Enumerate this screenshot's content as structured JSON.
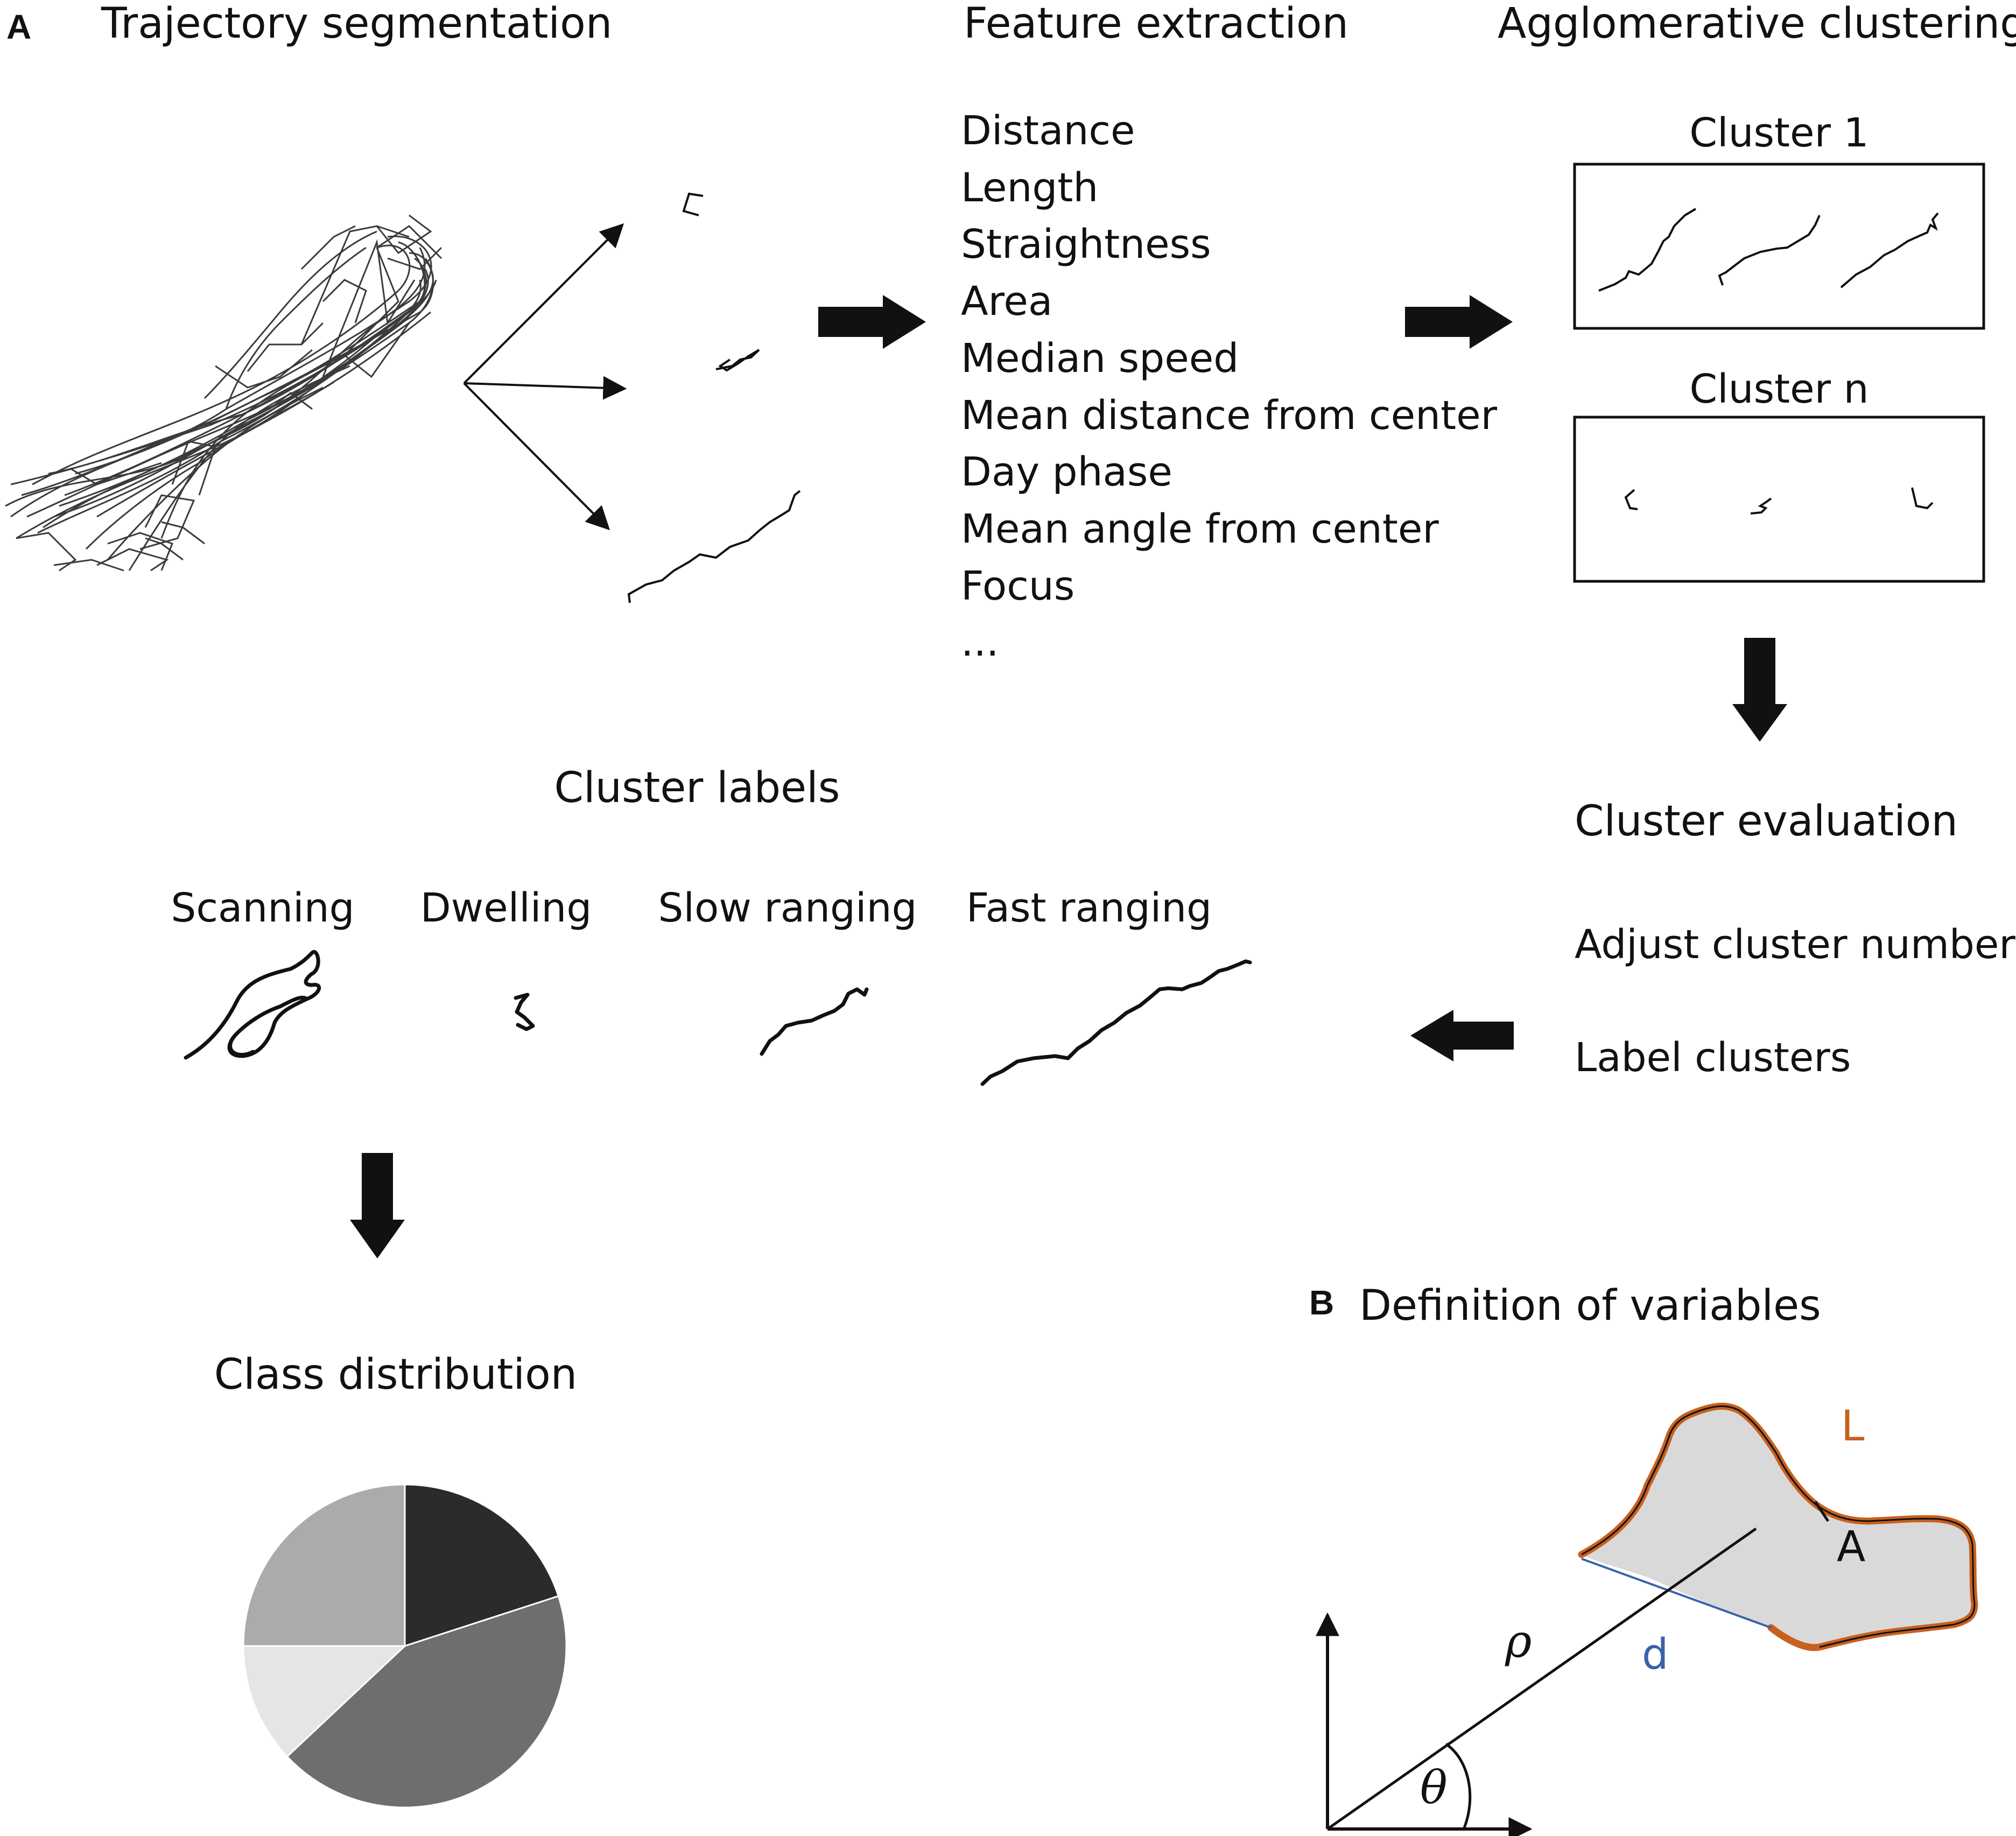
{
  "panel_a": {
    "letter": "A",
    "trajectory_segmentation": "Trajectory segmentation",
    "feature_extraction": "Feature extraction",
    "agglomerative_clustering": "Agglomerative clustering",
    "features": [
      "Distance",
      "Length",
      "Straightness",
      "Area",
      "Median speed",
      "Mean distance from center",
      "Day phase",
      "Mean angle from center",
      "Focus",
      "..."
    ],
    "cluster_1": "Cluster 1",
    "cluster_n": "Cluster n",
    "cluster_evaluation": "Cluster evaluation",
    "adjust_cluster_number": "Adjust cluster number",
    "label_clusters": "Label clusters",
    "cluster_labels_title": "Cluster labels",
    "cluster_labels": [
      "Scanning",
      "Dwelling",
      "Slow ranging",
      "Fast ranging"
    ],
    "class_distribution": "Class distribution"
  },
  "panel_b": {
    "letter": "B",
    "title": "Definition of variables",
    "length_symbol": "L",
    "area_symbol": "A",
    "distance_symbol": "d",
    "rho_symbol": "ρ",
    "theta_symbol": "θ"
  },
  "colors": {
    "ink": "#111111",
    "shape_fill": "#d9d9d9",
    "length_outline": "#c8601e",
    "distance_line": "#3a62a8"
  },
  "chart_data": {
    "type": "pie",
    "start_angle_deg": 0,
    "direction": "clockwise",
    "slices": [
      {
        "fraction": 0.2,
        "color": "#2b2b2b"
      },
      {
        "fraction": 0.43,
        "color": "#6e6e6e"
      },
      {
        "fraction": 0.12,
        "color": "#e5e5e5"
      },
      {
        "fraction": 0.25,
        "color": "#ababab"
      }
    ]
  }
}
